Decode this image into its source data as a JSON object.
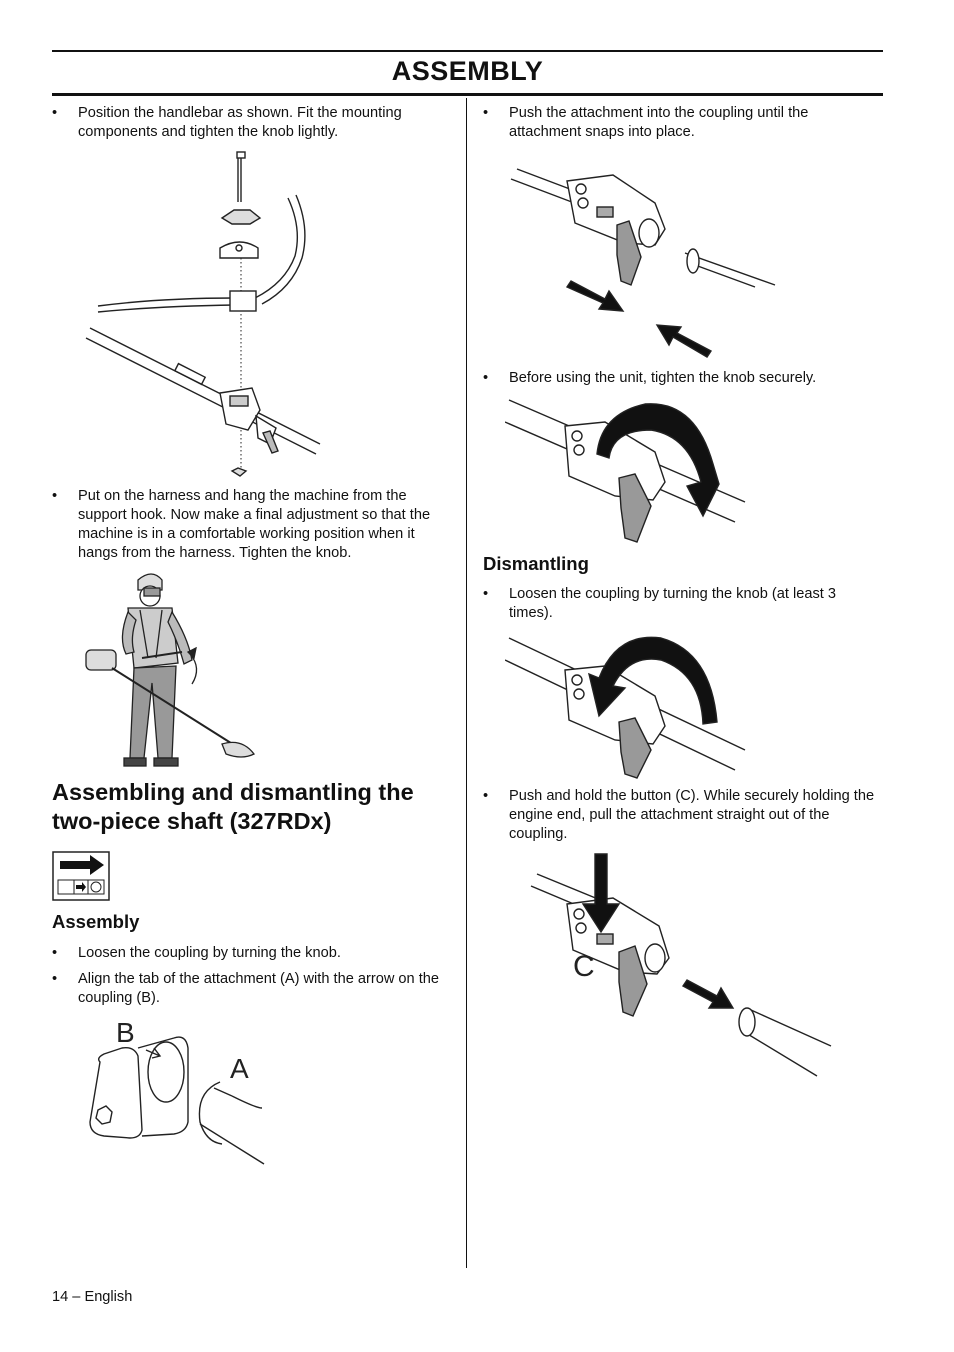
{
  "header": {
    "title": "ASSEMBLY"
  },
  "left": {
    "bullet1": "Position the handlebar as shown. Fit the mounting components and tighten the knob lightly.",
    "bullet2": "Put on the harness and hang the machine from the support hook. Now make a final adjustment so that the machine is in a comfortable working position when it hangs from the harness. Tighten the knob.",
    "section_title_line1": "Assembling and dismantling the",
    "section_title_line2": "two-piece shaft (327RDx)",
    "assembly_heading": "Assembly",
    "assembly_bullets": [
      "Loosen the coupling by turning the knob.",
      "Align the tab of the attachment (A) with the arrow on the coupling (B)."
    ],
    "fig_labels": {
      "b": "B",
      "a": "A"
    }
  },
  "right": {
    "bullet1": "Push the attachment into the coupling until the attachment snaps into place.",
    "bullet2": "Before using the unit, tighten the knob securely.",
    "dismantling_heading": "Dismantling",
    "dismantling_bullet1": "Loosen the coupling by turning the knob (at least 3 times).",
    "dismantling_bullet2": "Push and hold the button (C). While securely holding the engine end, pull the attachment straight out of the coupling.",
    "fig_label_c": "C"
  },
  "footer": {
    "page": "14 – English"
  },
  "icons": [
    "handlebar-assembly-illustration",
    "operator-with-harness-illustration",
    "shaft-coupling-icon",
    "coupling-alignment-illustration",
    "push-attachment-illustration",
    "tighten-knob-illustration",
    "loosen-knob-illustration",
    "release-button-illustration"
  ]
}
